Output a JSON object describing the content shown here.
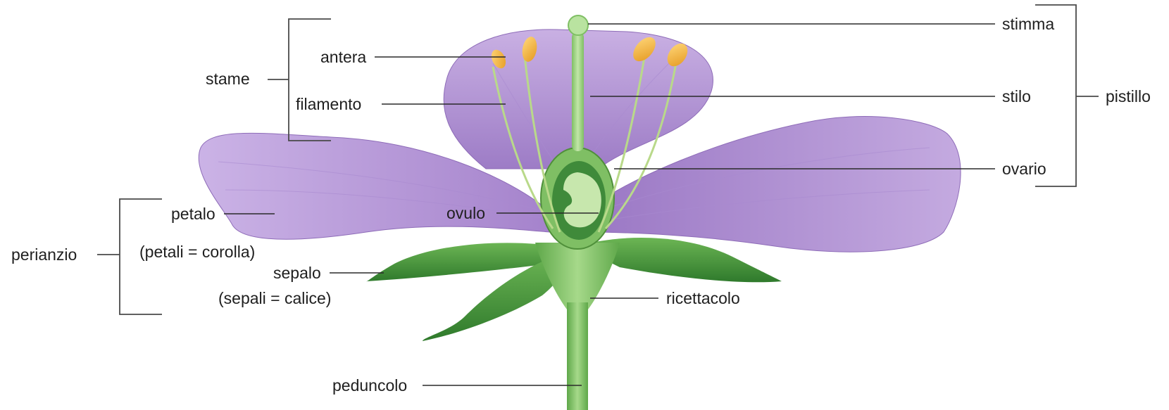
{
  "labels": {
    "stame": "stame",
    "antera": "antera",
    "filamento": "filamento",
    "perianzio": "perianzio",
    "petalo": "petalo",
    "petali_corolla": "(petali = corolla)",
    "sepalo": "sepalo",
    "sepali_calice": "(sepali = calice)",
    "ovulo": "ovulo",
    "peduncolo": "peduncolo",
    "ricettacolo": "ricettacolo",
    "stimma": "stimma",
    "stilo": "stilo",
    "ovario": "ovario",
    "pistillo": "pistillo"
  },
  "colors": {
    "petal": "#b89ad6",
    "petal_dark": "#9a78c4",
    "sepal": "#4f9a3e",
    "stem": "#7fbf5f",
    "pistil": "#a9d98a",
    "anther": "#f2b13a"
  }
}
